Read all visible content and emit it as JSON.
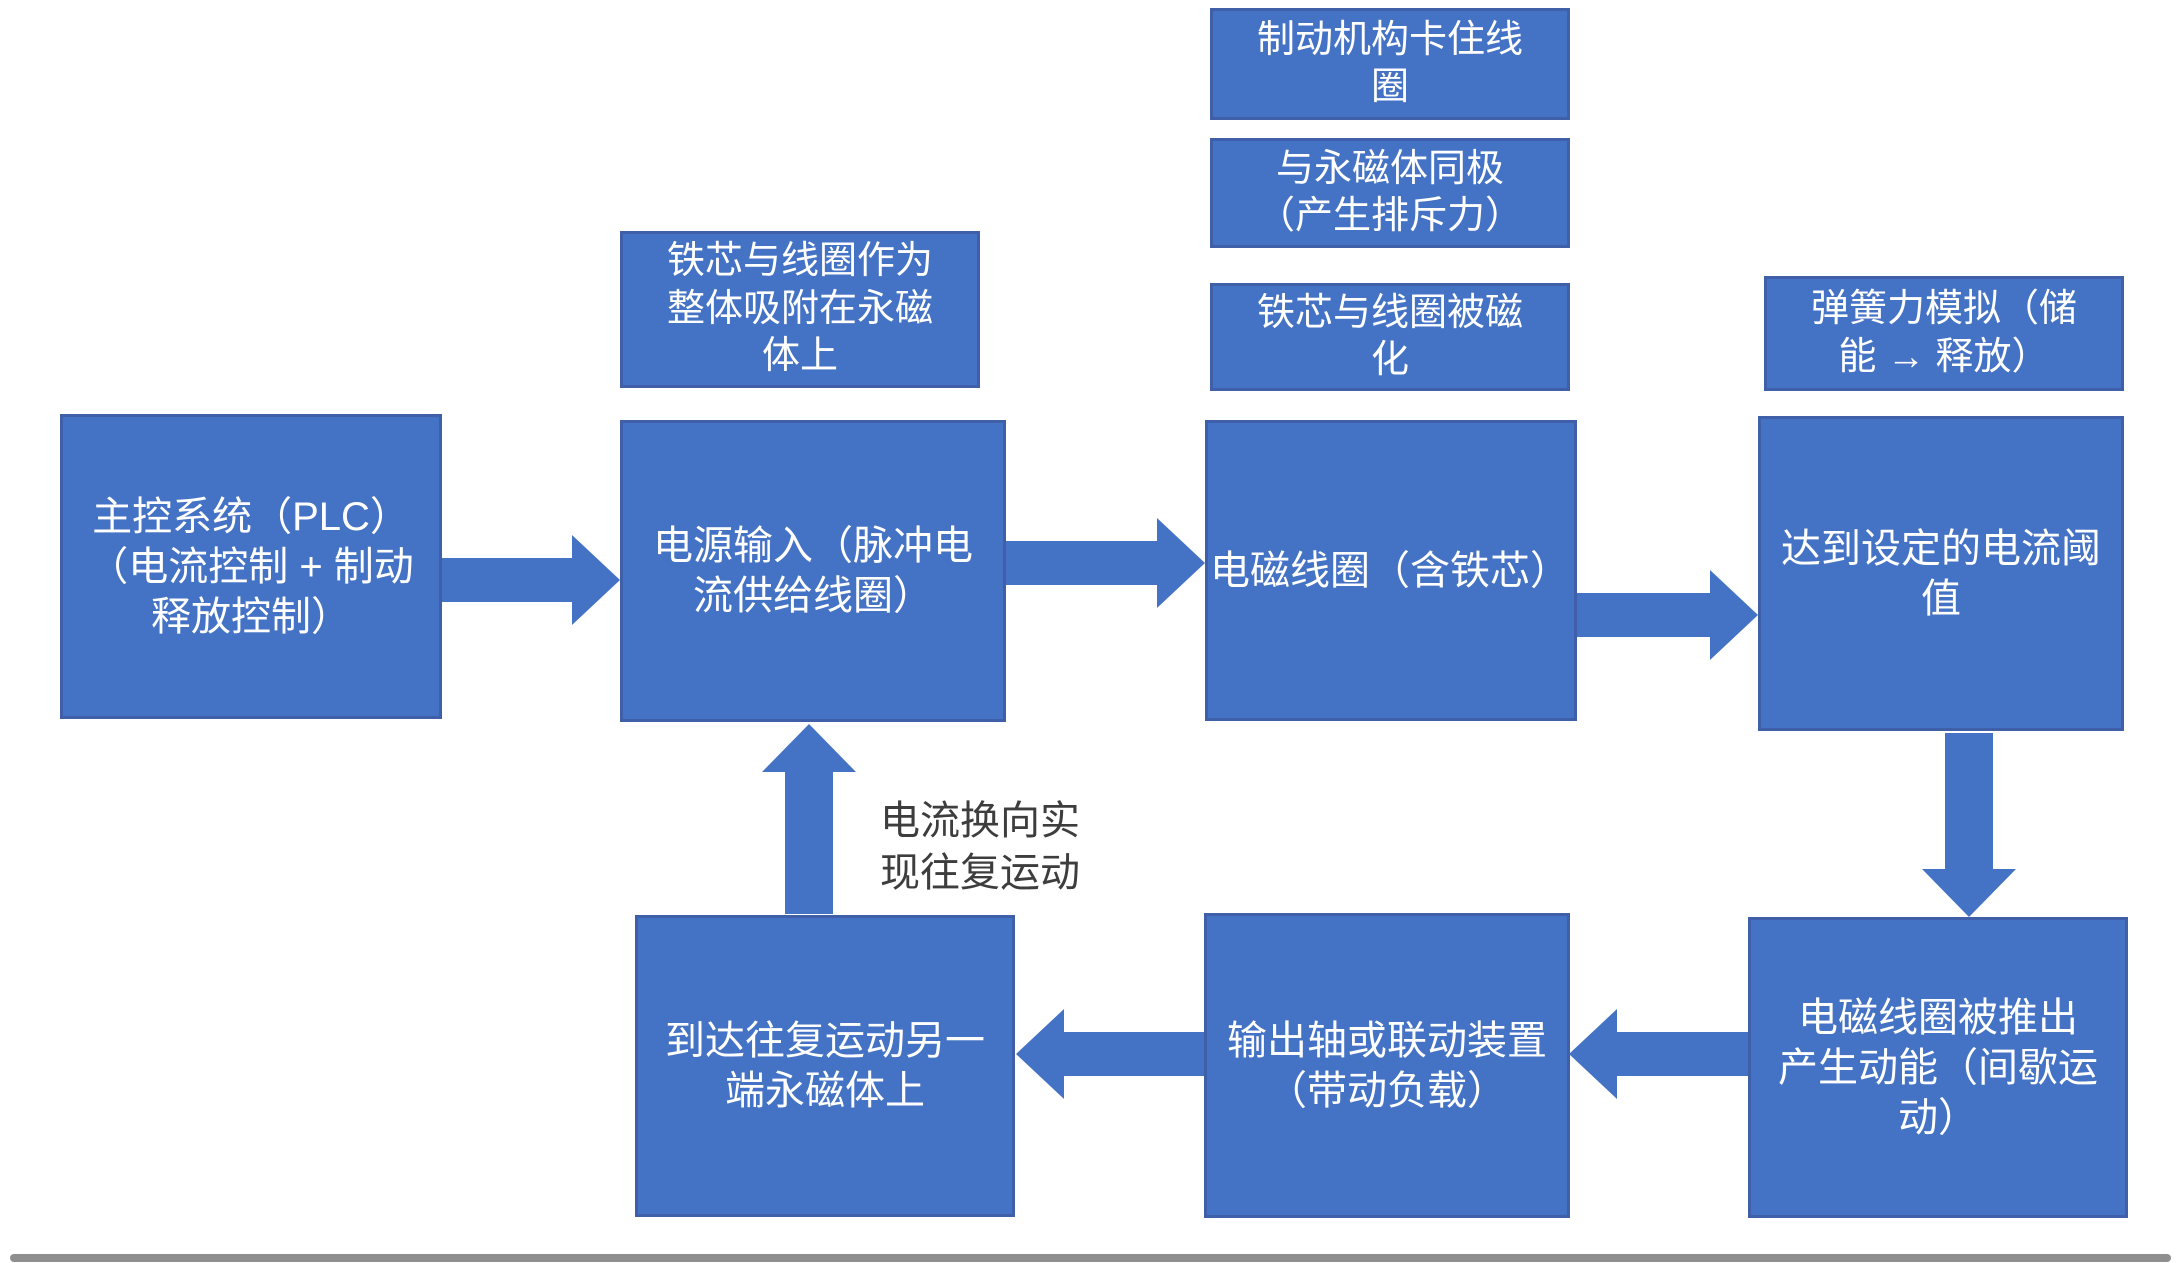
{
  "diagram": {
    "nodes": {
      "brake_lock": {
        "text": "制动机构卡住线\n圈"
      },
      "same_pole": {
        "text": "与永磁体同极\n（产生排斥力）"
      },
      "magnetized": {
        "text": "铁芯与线圈被磁\n化"
      },
      "core_attached": {
        "text": "铁芯与线圈作为\n整体吸附在永磁\n体上"
      },
      "spring_sim": {
        "text": "弹簧力模拟（储\n能 → 释放）"
      },
      "plc": {
        "text": "主控系统（PLC）\n（电流控制 + 制动\n释放控制）"
      },
      "power_input": {
        "text": "电源输入（脉冲电\n流供给线圈）"
      },
      "coil": {
        "text": "电磁线圈（含铁芯）"
      },
      "threshold": {
        "text": "达到设定的电流阈\n值"
      },
      "pushed_out": {
        "text": "电磁线圈被推出\n产生动能（间歇运\n动）"
      },
      "output_shaft": {
        "text": "输出轴或联动装置\n（带动负载）"
      },
      "reach_end": {
        "text": "到达往复运动另一\n端永磁体上"
      }
    },
    "labels": {
      "reverse_current": "电流换向实\n现往复运动"
    },
    "arrows": [
      {
        "from": "plc",
        "to": "power_input",
        "direction": "right"
      },
      {
        "from": "power_input",
        "to": "coil",
        "direction": "right"
      },
      {
        "from": "coil",
        "to": "threshold",
        "direction": "right"
      },
      {
        "from": "threshold",
        "to": "pushed_out",
        "direction": "down"
      },
      {
        "from": "pushed_out",
        "to": "output_shaft",
        "direction": "left"
      },
      {
        "from": "output_shaft",
        "to": "reach_end",
        "direction": "left"
      },
      {
        "from": "reach_end",
        "to": "power_input",
        "direction": "up"
      }
    ],
    "colors": {
      "box_fill": "#4472c4",
      "box_border": "#3f5fa8",
      "box_text": "#ffffff",
      "label_text": "#3d3d3d",
      "bottom_bar": "#8f8f8f",
      "background": "#ffffff"
    }
  }
}
